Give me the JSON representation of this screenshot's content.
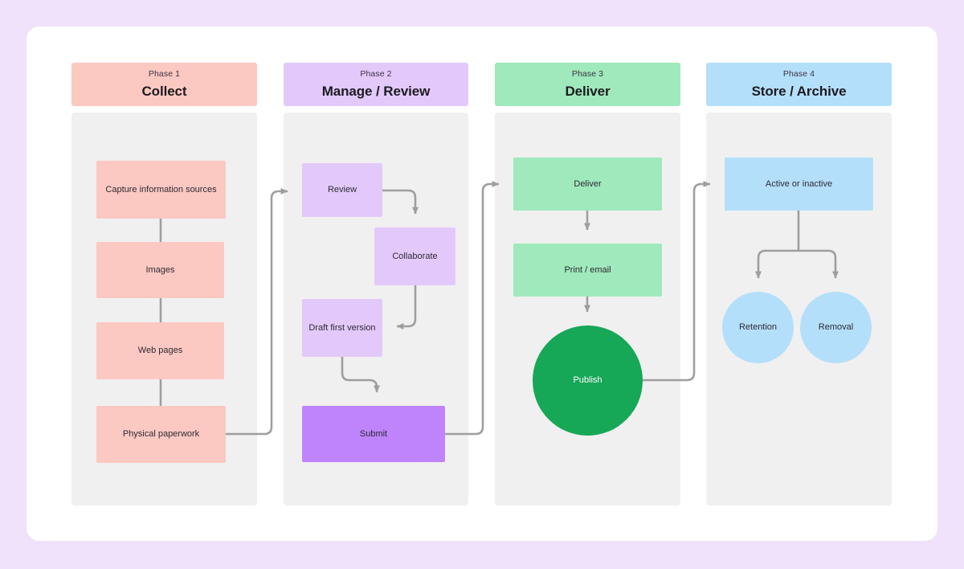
{
  "canvas": {
    "background_color": "#f0e2fa",
    "card_color": "#ffffff",
    "panel_color": "#f0f0f0",
    "connector_color": "#9e9e9e"
  },
  "phases": [
    {
      "kicker": "Phase 1",
      "title": "Collect",
      "header_color": "#fcc8c2",
      "node_color": "#fcc8c2",
      "nodes": [
        {
          "label": "Capture information sources"
        },
        {
          "label": "Images"
        },
        {
          "label": "Web pages"
        },
        {
          "label": "Physical paperwork"
        }
      ]
    },
    {
      "kicker": "Phase 2",
      "title": "Manage / Review",
      "header_color": "#e3c9fb",
      "node_color": "#e3c9fb",
      "accent_color": "#bf84fb",
      "nodes": [
        {
          "label": "Review"
        },
        {
          "label": "Collaborate"
        },
        {
          "label": "Draft first version"
        },
        {
          "label": "Submit"
        }
      ]
    },
    {
      "kicker": "Phase 3",
      "title": "Deliver",
      "header_color": "#9fe9bc",
      "node_color": "#9fe9bc",
      "accent_color": "#16a757",
      "nodes": [
        {
          "label": "Deliver"
        },
        {
          "label": "Print / email"
        },
        {
          "label": "Publish"
        }
      ]
    },
    {
      "kicker": "Phase 4",
      "title": "Store / Archive",
      "header_color": "#b4dffb",
      "node_color": "#b4dffb",
      "nodes": [
        {
          "label": "Active  or inactive"
        },
        {
          "label": "Retention"
        },
        {
          "label": "Removal"
        }
      ]
    }
  ]
}
